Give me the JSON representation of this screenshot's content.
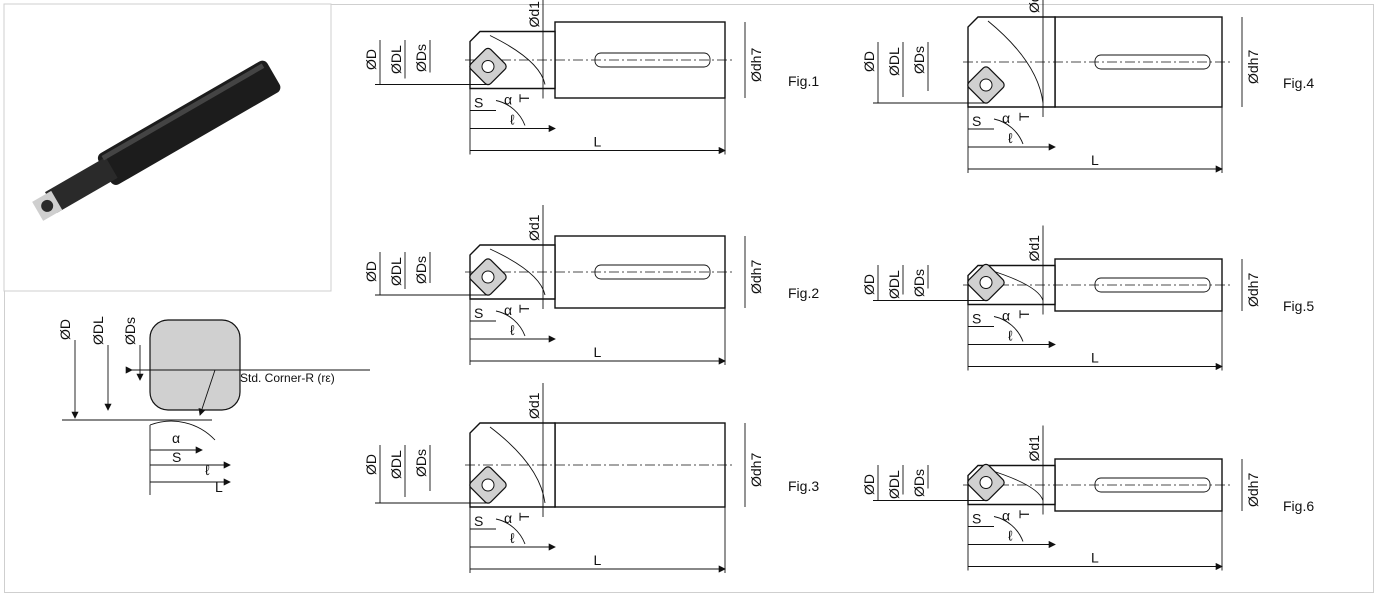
{
  "labels": {
    "D": "ØD",
    "DL": "ØDL",
    "Ds": "ØDs",
    "d1": "Ød1",
    "dh7": "Ødh7",
    "T": "T",
    "S": "S",
    "alpha": "α",
    "ell": "ℓ",
    "L": "L",
    "corner": "Std. Corner-R (rε)"
  },
  "figures": [
    "Fig.1",
    "Fig.2",
    "Fig.3",
    "Fig.4",
    "Fig.5",
    "Fig.6"
  ],
  "colors": {
    "line": "#111111",
    "insert_fill": "#d0d0d0",
    "panel_border": "#cfcfcf"
  }
}
